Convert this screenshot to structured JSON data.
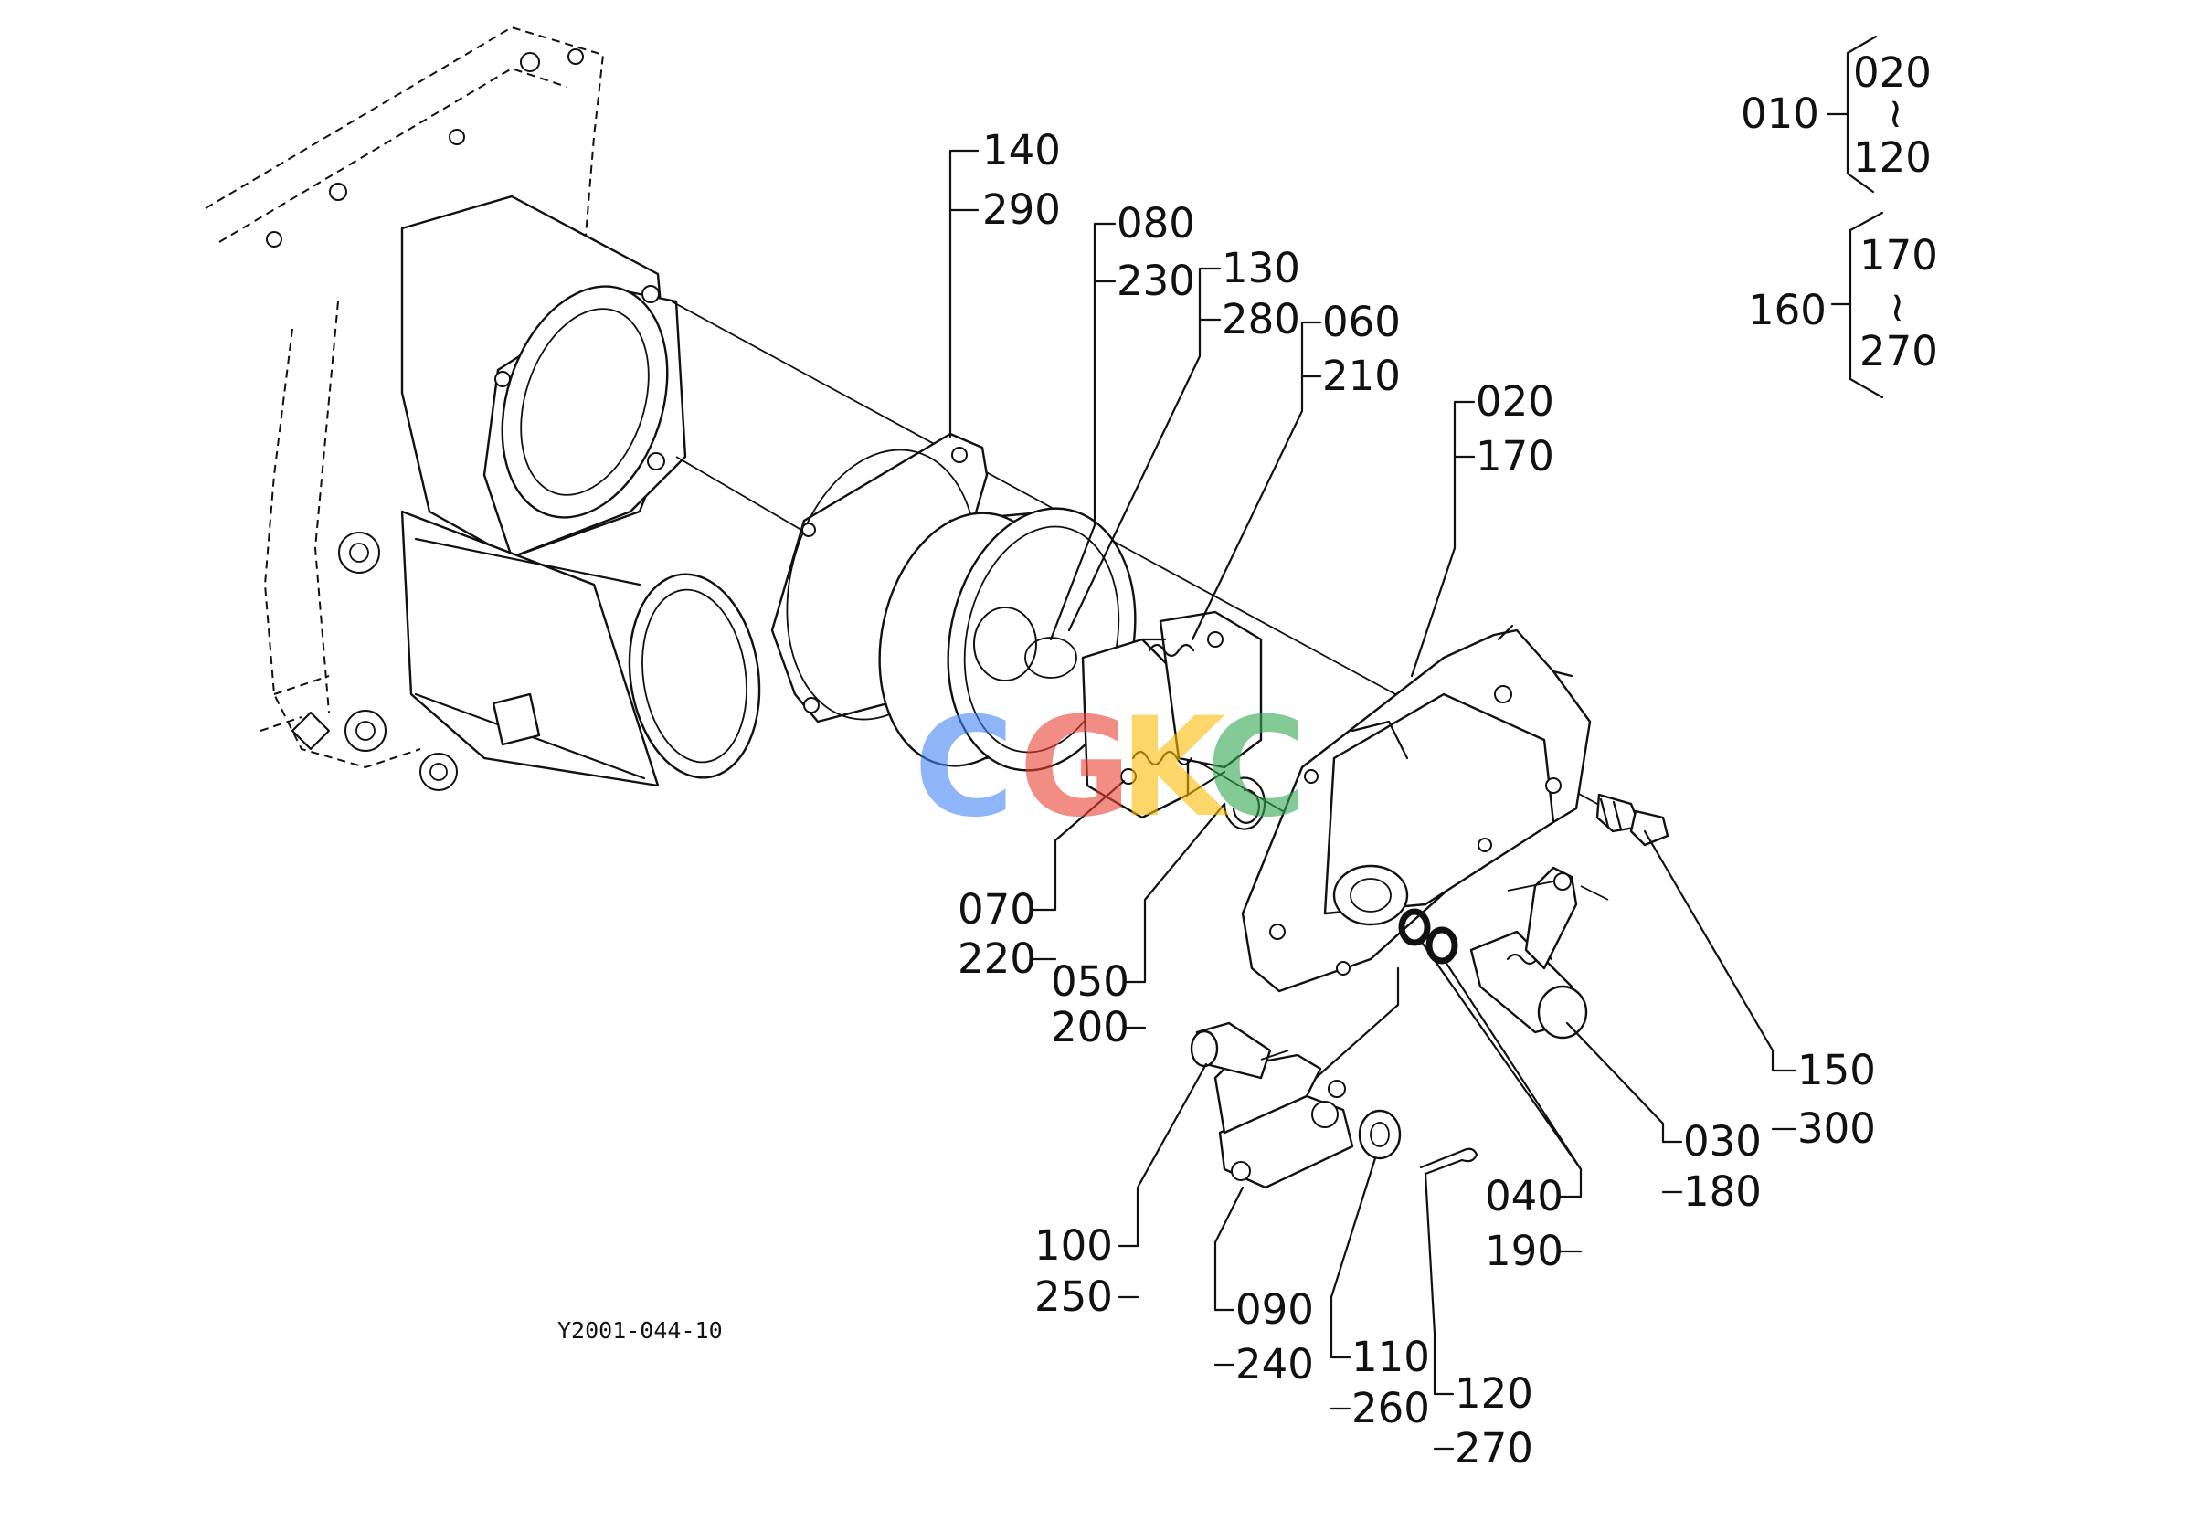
{
  "figure_id": "Y2001-044-10",
  "watermark": {
    "letters": [
      "C",
      "G",
      "K",
      "C"
    ],
    "colors": [
      "#4285F4",
      "#EA4335",
      "#FBBC05",
      "#34A853"
    ]
  },
  "callouts": {
    "c140_290": [
      "140",
      "290"
    ],
    "c080_230": [
      "080",
      "230"
    ],
    "c130_280": [
      "130",
      "280"
    ],
    "c060_210": [
      "060",
      "210"
    ],
    "c020_170": [
      "020",
      "170"
    ],
    "c070_220": [
      "070",
      "220"
    ],
    "c050_200": [
      "050",
      "200"
    ],
    "c150_300": [
      "150",
      "300"
    ],
    "c030_180": [
      "030",
      "180"
    ],
    "c040_190": [
      "040",
      "190"
    ],
    "c100_250": [
      "100",
      "250"
    ],
    "c090_240": [
      "090",
      "240"
    ],
    "c110_260": [
      "110",
      "260"
    ],
    "c120_270": [
      "120",
      "270"
    ]
  },
  "assembly_legend": [
    {
      "parent": "010",
      "from": "020",
      "range_mark": "~",
      "to": "120"
    },
    {
      "parent": "160",
      "from": "170",
      "range_mark": "~",
      "to": "270"
    }
  ]
}
